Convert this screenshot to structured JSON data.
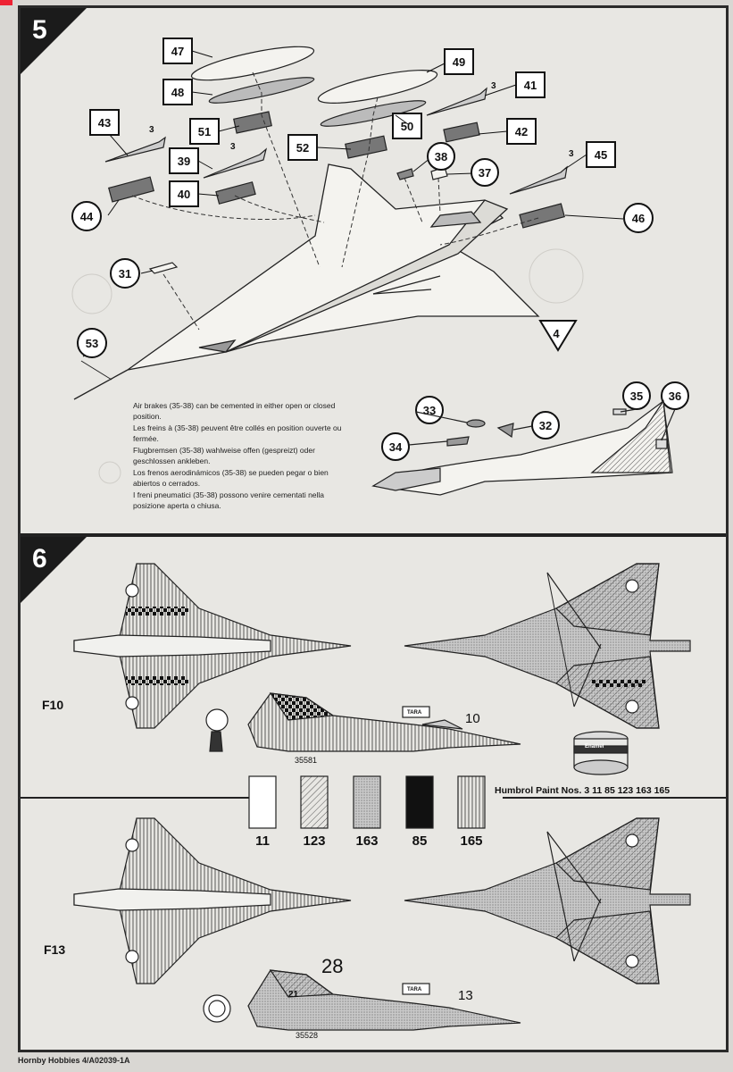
{
  "step5": {
    "number": "5",
    "callouts_square": [
      "47",
      "48",
      "49",
      "41",
      "43",
      "51",
      "52",
      "50",
      "42",
      "39",
      "40",
      "45"
    ],
    "callouts_circle": [
      "38",
      "37",
      "44",
      "46",
      "31",
      "53",
      "33",
      "35",
      "36",
      "32",
      "34"
    ],
    "callout_triangle": "4",
    "qty_labels": [
      "3",
      "3",
      "3",
      "3"
    ],
    "notes": [
      "Air brakes (35-38) can be cemented in either open or closed position.",
      "Les freins à (35-38) peuvent être collés en position ouverte ou fermée.",
      "Flugbremsen (35-38) wahlweise offen (gespreizt) oder geschlossen ankleben.",
      "Los frenos aerodinámicos (35-38) se pueden pegar o bien abiertos o cerrados.",
      "I freni pneumatici (35-38) possono venire cementati nella posizione aperta o chiusa."
    ]
  },
  "step6": {
    "number": "6",
    "unit_f10": "F10",
    "unit_f13": "F13",
    "serial_f10": "35581",
    "serial_f13": "35528",
    "code_f10": "10",
    "code_f13": "13",
    "code_f13_fin": "28",
    "fin_code_small": "21",
    "tank_label": "TARA",
    "paint_can_label": "Enamel",
    "paint_nos": "Humbrol Paint Nos. 3 11 85 123 163 165",
    "swatches": [
      {
        "label": "11",
        "pattern": "plain",
        "color": "#ffffff"
      },
      {
        "label": "123",
        "pattern": "diag",
        "color": "#f3f3f3"
      },
      {
        "label": "163",
        "pattern": "stipple",
        "color": "#bdbdbd"
      },
      {
        "label": "85",
        "pattern": "solid",
        "color": "#111111"
      },
      {
        "label": "165",
        "pattern": "vlines",
        "color": "#ffffff"
      }
    ]
  },
  "footer": "Hornby Hobbies 4/A02039-1A"
}
